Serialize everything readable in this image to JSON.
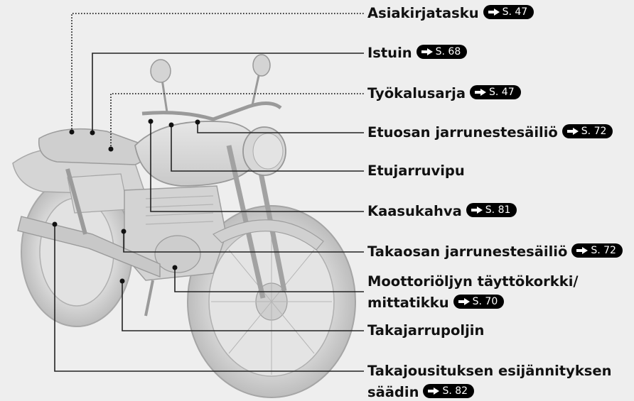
{
  "labels": [
    {
      "id": "document-pocket",
      "text": "Asiakirjatasku",
      "ref": "S. 47",
      "style": "dotted"
    },
    {
      "id": "seat",
      "text": "Istuin",
      "ref": "S. 68",
      "style": "solid"
    },
    {
      "id": "tool-kit",
      "text": "Työkalusarja",
      "ref": "S. 47",
      "style": "dotted"
    },
    {
      "id": "front-brake-reservoir",
      "text": "Etuosan jarrunestesäiliö",
      "ref": "S. 72",
      "style": "solid"
    },
    {
      "id": "front-brake-lever",
      "text": "Etujarruvipu",
      "ref": "",
      "style": "solid"
    },
    {
      "id": "throttle-grip",
      "text": "Kaasukahva",
      "ref": "S. 81",
      "style": "solid"
    },
    {
      "id": "rear-brake-reservoir",
      "text": "Takaosan jarrunestesäiliö",
      "ref": "S. 72",
      "style": "solid"
    },
    {
      "id": "oil-filler-cap",
      "text": [
        "Moottoriöljyn täyttökorkki/",
        "mittatikku"
      ],
      "ref": "S. 70",
      "style": "solid"
    },
    {
      "id": "rear-brake-pedal",
      "text": "Takajarrupoljin",
      "ref": "",
      "style": "solid"
    },
    {
      "id": "rear-suspension-preload",
      "text": [
        "Takajousituksen esijännityksen",
        "säädin"
      ],
      "ref": "S. 82",
      "style": "solid"
    }
  ],
  "colors": {
    "background": "#eeeeee",
    "ink": "#111111",
    "ref_badge": "#000000",
    "ref_text": "#ffffff"
  },
  "icons": {
    "ref_arrow": "arrow-right-icon",
    "illustration": "motorcycle-illustration"
  }
}
